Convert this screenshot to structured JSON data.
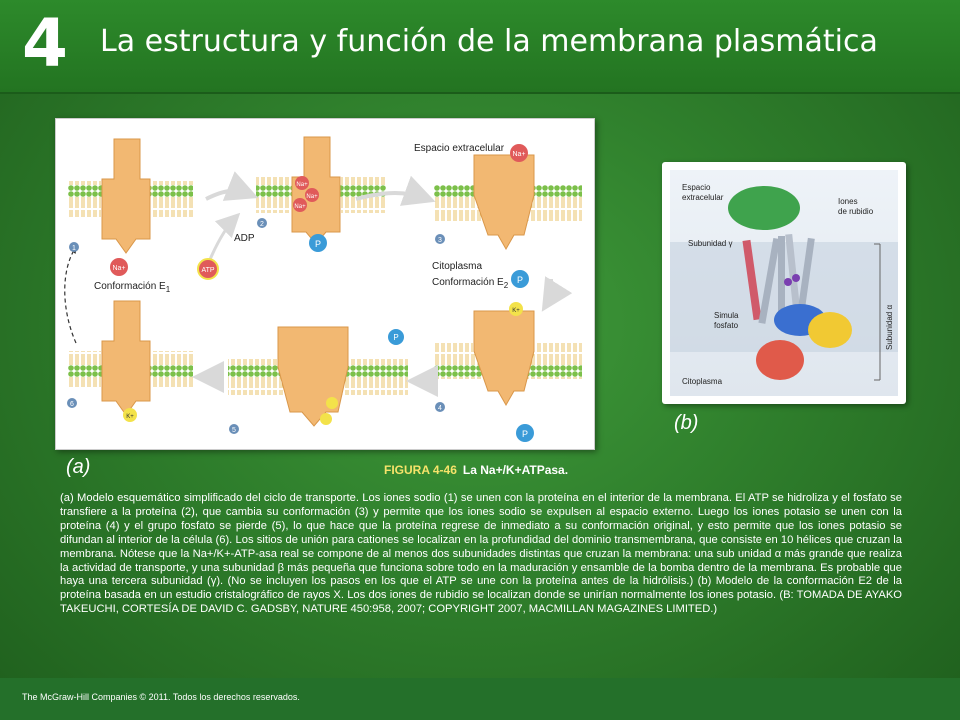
{
  "header": {
    "chapter_number": "4",
    "title": "La estructura y función de la membrana plasmática"
  },
  "panel_a": {
    "label": "(a)",
    "texts": {
      "extracellular": "Espacio extracelular",
      "conf_e1": "Conformación E",
      "conf_e1_sub": "1",
      "conf_e2": "Conformación E",
      "conf_e2_sub": "2",
      "cytoplasm": "Citoplasma",
      "adp": "ADP",
      "atp": "ATP",
      "na": "Na+",
      "k": "K+",
      "p": "P",
      "step1": "1",
      "step2": "2",
      "step3": "3",
      "step4": "4",
      "step5": "5",
      "step6": "6"
    }
  },
  "panel_b": {
    "label": "(b)",
    "texts": {
      "extracellular": "Espacio",
      "extracellular2": "extracelular",
      "rubidium": "Iones",
      "rubidium2": "de rubidio",
      "gamma": "Subunidad γ",
      "phosphate": "Simula",
      "phosphate2": "fosfato",
      "cytoplasm": "Citoplasma",
      "alpha": "Subunidad α"
    }
  },
  "figure": {
    "number": "FIGURA 4-46",
    "name": "La Na+/K+ATPasa."
  },
  "caption": "(a) Modelo esquemático simplificado del ciclo de transporte. Los iones sodio (1) se unen con la proteína en el interior de la membrana. El ATP se hidroliza y el fosfato se transfiere a la proteína (2), que cambia su conformación (3) y permite que los iones sodio se expulsen al espacio externo. Luego los iones potasio se unen con la proteína (4) y el grupo fosfato se pierde (5), lo que hace que la proteína regrese de inmediato a su conformación original, y esto permite que los iones potasio se difundan al interior de la célula (6). Los sitios de unión para cationes se localizan en la profundidad del dominio transmembrana, que consiste en 10 hélices que cruzan la membrana. Nótese que la Na+/K+-ATP-asa real se compone de al menos dos subunidades distintas que cruzan la membrana: una sub unidad α más grande que realiza la actividad de transporte, y una subunidad β más pequeña que funciona sobre todo en la maduración y ensamble de la bomba dentro de la membrana. Es probable que haya una tercera subunidad (γ). (No se incluyen los pasos en los que el ATP se une con la proteína antes de la hidrólisis.) (b) Modelo de la conformación E2 de la proteína basada en un estudio cristalográfico de rayos X. Los dos iones de rubidio se localizan donde se unirían normalmente los iones potasio. (B: TOMADA DE AYAKO TAKEUCHI, CORTESÍA DE DAVID C. GADSBY, NATURE 450:958, 2007; COPYRIGHT 2007, MACMILLAN MAGAZINES LIMITED.)",
  "footer": "The McGraw-Hill Companies © 2011. Todos los derechos reservados.",
  "colors": {
    "header_bg": "#2d8a2b",
    "body_bg": "#2f7f2c",
    "figure_number": "#f6e36a",
    "protein": "#f2b872",
    "membrane_head": "#7cc04a",
    "membrane_tail": "#e9c36a",
    "sodium": "#e05a5a",
    "potassium": "#f3e24a",
    "phosphate": "#3a9bd8"
  }
}
